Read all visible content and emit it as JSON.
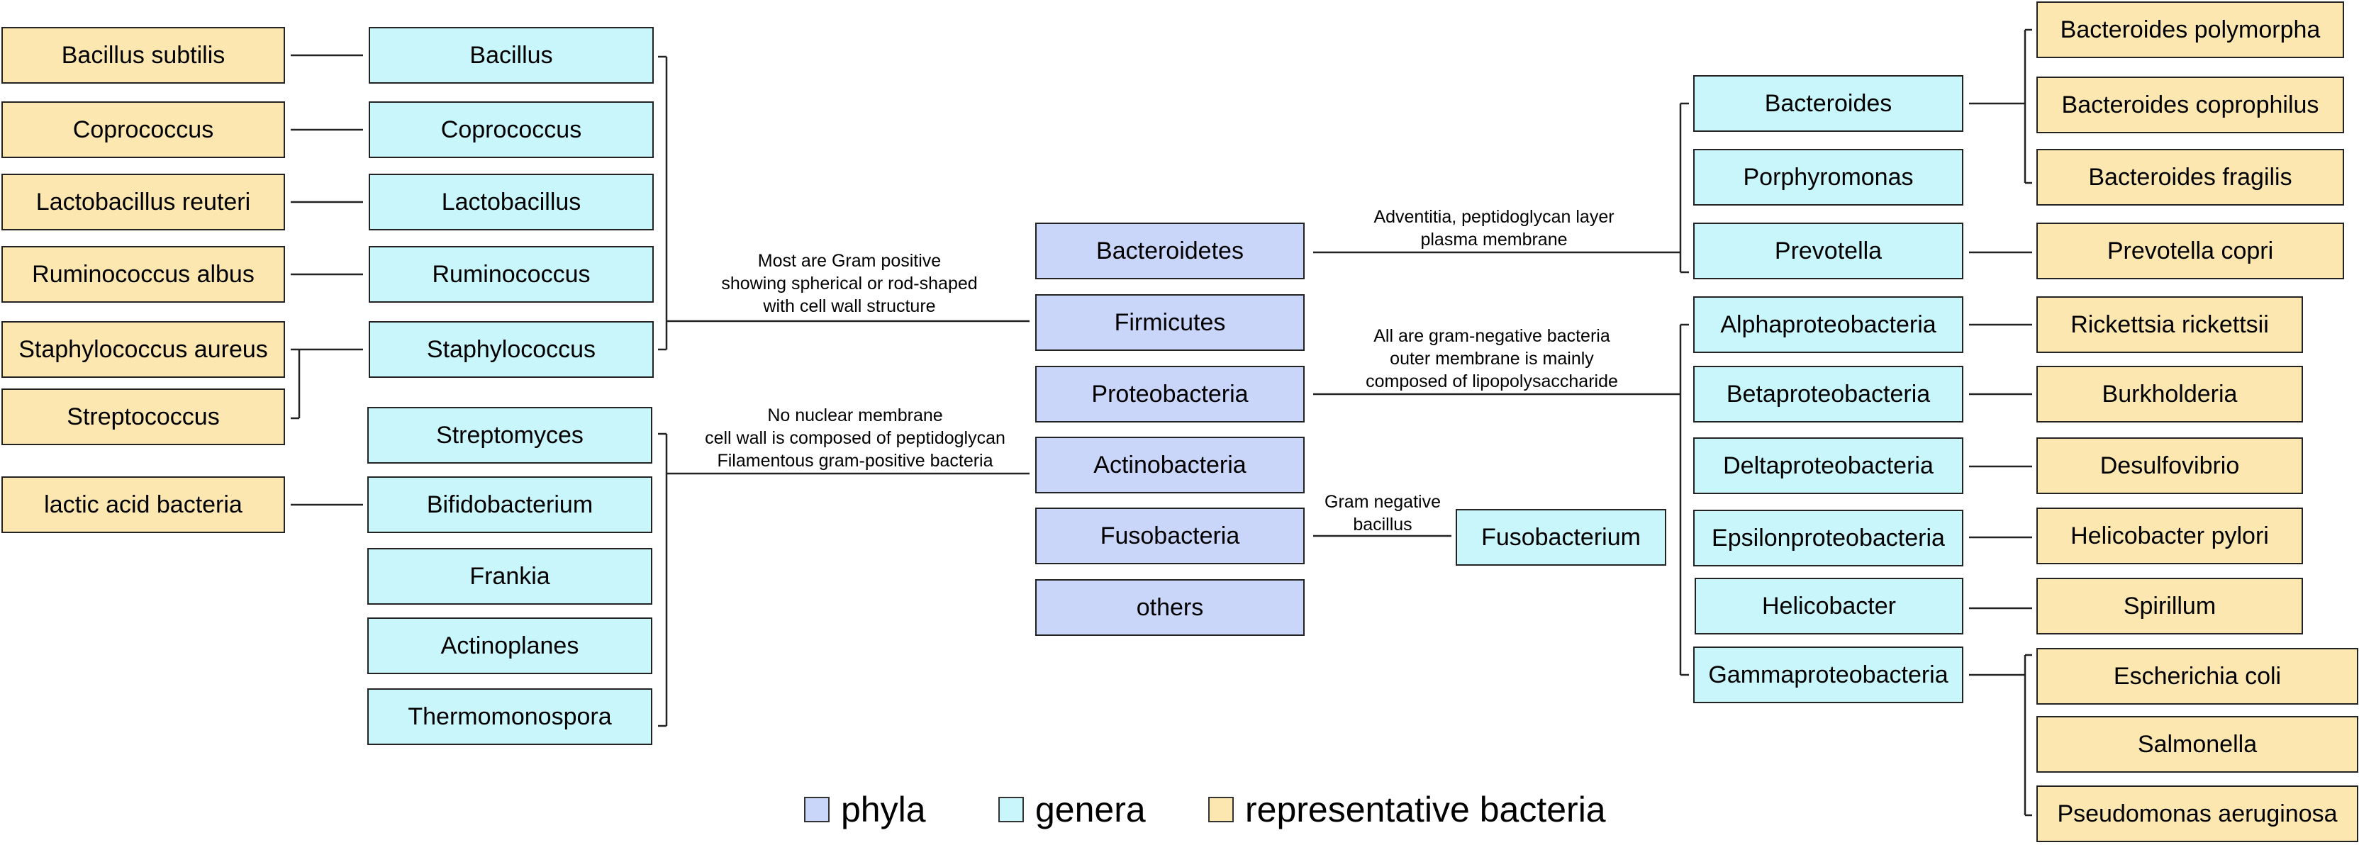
{
  "colors": {
    "phyla": "#c9d6fa",
    "genera": "#c8f6fb",
    "representative": "#fde7b0",
    "line": "#222222"
  },
  "phyla": [
    "Bacteroidetes",
    "Firmicutes",
    "Proteobacteria",
    "Actinobacteria",
    "Fusobacteria",
    "others"
  ],
  "firmicutes_group": {
    "note": [
      "Most are Gram positive",
      "showing spherical or rod-shaped",
      "with cell wall structure"
    ],
    "genera": [
      "Bacillus",
      "Coprococcus",
      "Lactobacillus",
      "Ruminococcus",
      "Staphylococcus"
    ],
    "representatives": [
      "Bacillus subtilis",
      "Coprococcus",
      "Lactobacillus reuteri",
      "Ruminococcus albus",
      "Staphylococcus aureus",
      "Streptococcus"
    ]
  },
  "actinobacteria_group": {
    "note": [
      "No nuclear membrane",
      "cell wall is composed of peptidoglycan",
      "Filamentous gram-positive bacteria"
    ],
    "genera": [
      "Streptomyces",
      "Bifidobacterium",
      "Frankia",
      "Actinoplanes",
      "Thermomonospora"
    ],
    "representatives": [
      "lactic acid bacteria"
    ]
  },
  "bacteroidetes_group": {
    "note": [
      "Adventitia, peptidoglycan layer",
      "plasma membrane"
    ],
    "genera": [
      "Bacteroides",
      "Porphyromonas",
      "Prevotella"
    ],
    "representatives": [
      "Bacteroides polymorpha",
      "Bacteroides coprophilus",
      "Bacteroides fragilis",
      "Prevotella copri"
    ]
  },
  "proteobacteria_group": {
    "note": [
      "All are gram-negative bacteria",
      "outer membrane is mainly",
      "composed of lipopolysaccharide"
    ],
    "genera": [
      "Alphaproteobacteria",
      "Betaproteobacteria",
      "Deltaproteobacteria",
      "Epsilonproteobacteria",
      "Helicobacter",
      "Gammaproteobacteria"
    ],
    "representatives": [
      "Rickettsia rickettsii",
      "Burkholderia",
      "Desulfovibrio",
      "Helicobacter pylori",
      "Spirillum",
      "Escherichia coli",
      "Salmonella",
      "Pseudomonas aeruginosa"
    ]
  },
  "fusobacteria_group": {
    "note": [
      "Gram negative",
      "bacillus"
    ],
    "genera": [
      "Fusobacterium"
    ]
  },
  "legend": {
    "phyla": "phyla",
    "genera": "genera",
    "representative": "representative bacteria"
  }
}
